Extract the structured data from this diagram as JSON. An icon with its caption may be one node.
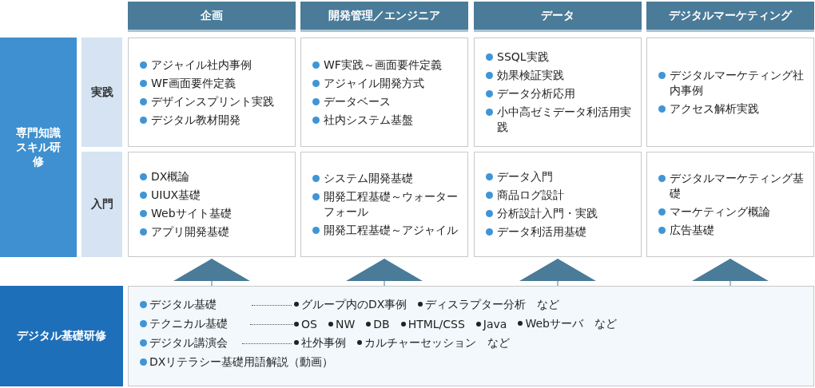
{
  "diagram": {
    "nodes": [
      {
        "text": [
          "企画"
        ]
      },
      {
        "text": [
          "開発管理／エンジニア"
        ]
      },
      {
        "text": [
          "データ"
        ]
      },
      {
        "text": [
          "デジタルマーケティング"
        ]
      },
      {
        "text": [
          "専門知識スキル研修"
        ]
      },
      {
        "text": [
          "実践"
        ]
      },
      {
        "text": [
          "入門"
        ]
      },
      {
        "text": [
          "アジャイル社内事例",
          "WF画面要件定義",
          "デザインスプリント実践",
          "デジタル教材開発"
        ]
      },
      {
        "text": [
          "WF実践～画面要件定義",
          "アジャイル開発方式",
          "データベース",
          "社内システム基盤"
        ]
      },
      {
        "text": [
          "SSQL実践",
          "効果検証実践",
          "データ分析応用",
          "小中高ゼミデータ利活用実践"
        ]
      },
      {
        "text": [
          "デジタルマーケティング社内事例",
          "アクセス解析実践"
        ]
      },
      {
        "text": [
          "DX概論",
          "UIUX基礎",
          "Webサイト基礎",
          "アプリ開発基礎"
        ]
      },
      {
        "text": [
          "システム開発基礎",
          "開発工程基礎～ウォーターフォール",
          "開発工程基礎～アジャイル"
        ]
      },
      {
        "text": [
          "データ入門",
          "商品ログ設計",
          "分析設計入門・実践",
          "データ利活用基礎"
        ]
      },
      {
        "text": [
          "デジタルマーケティング基礎",
          "マーケティング概論",
          "広告基礎"
        ]
      },
      {
        "text": [
          "デジタル基礎研修"
        ]
      },
      {
        "text": [
          "デジタル基礎",
          "グループ内のDX事例",
          "ディスラプター分析",
          "など",
          "テクニカル基礎",
          "OS",
          "NW",
          "DB",
          "HTML/CSS",
          "Java",
          "Webサーバ",
          "など",
          "デジタル講演会",
          "社外事例",
          "カルチャーセッション",
          "など",
          "DXリテラシー基礎用語解説（動画）"
        ]
      }
    ],
    "edges": [
      {
        "from": 16,
        "to": 11,
        "arrow": "to"
      },
      {
        "from": 16,
        "to": 12,
        "arrow": "to"
      },
      {
        "from": 16,
        "to": 13,
        "arrow": "to"
      },
      {
        "from": 16,
        "to": 14,
        "arrow": "to"
      }
    ]
  }
}
